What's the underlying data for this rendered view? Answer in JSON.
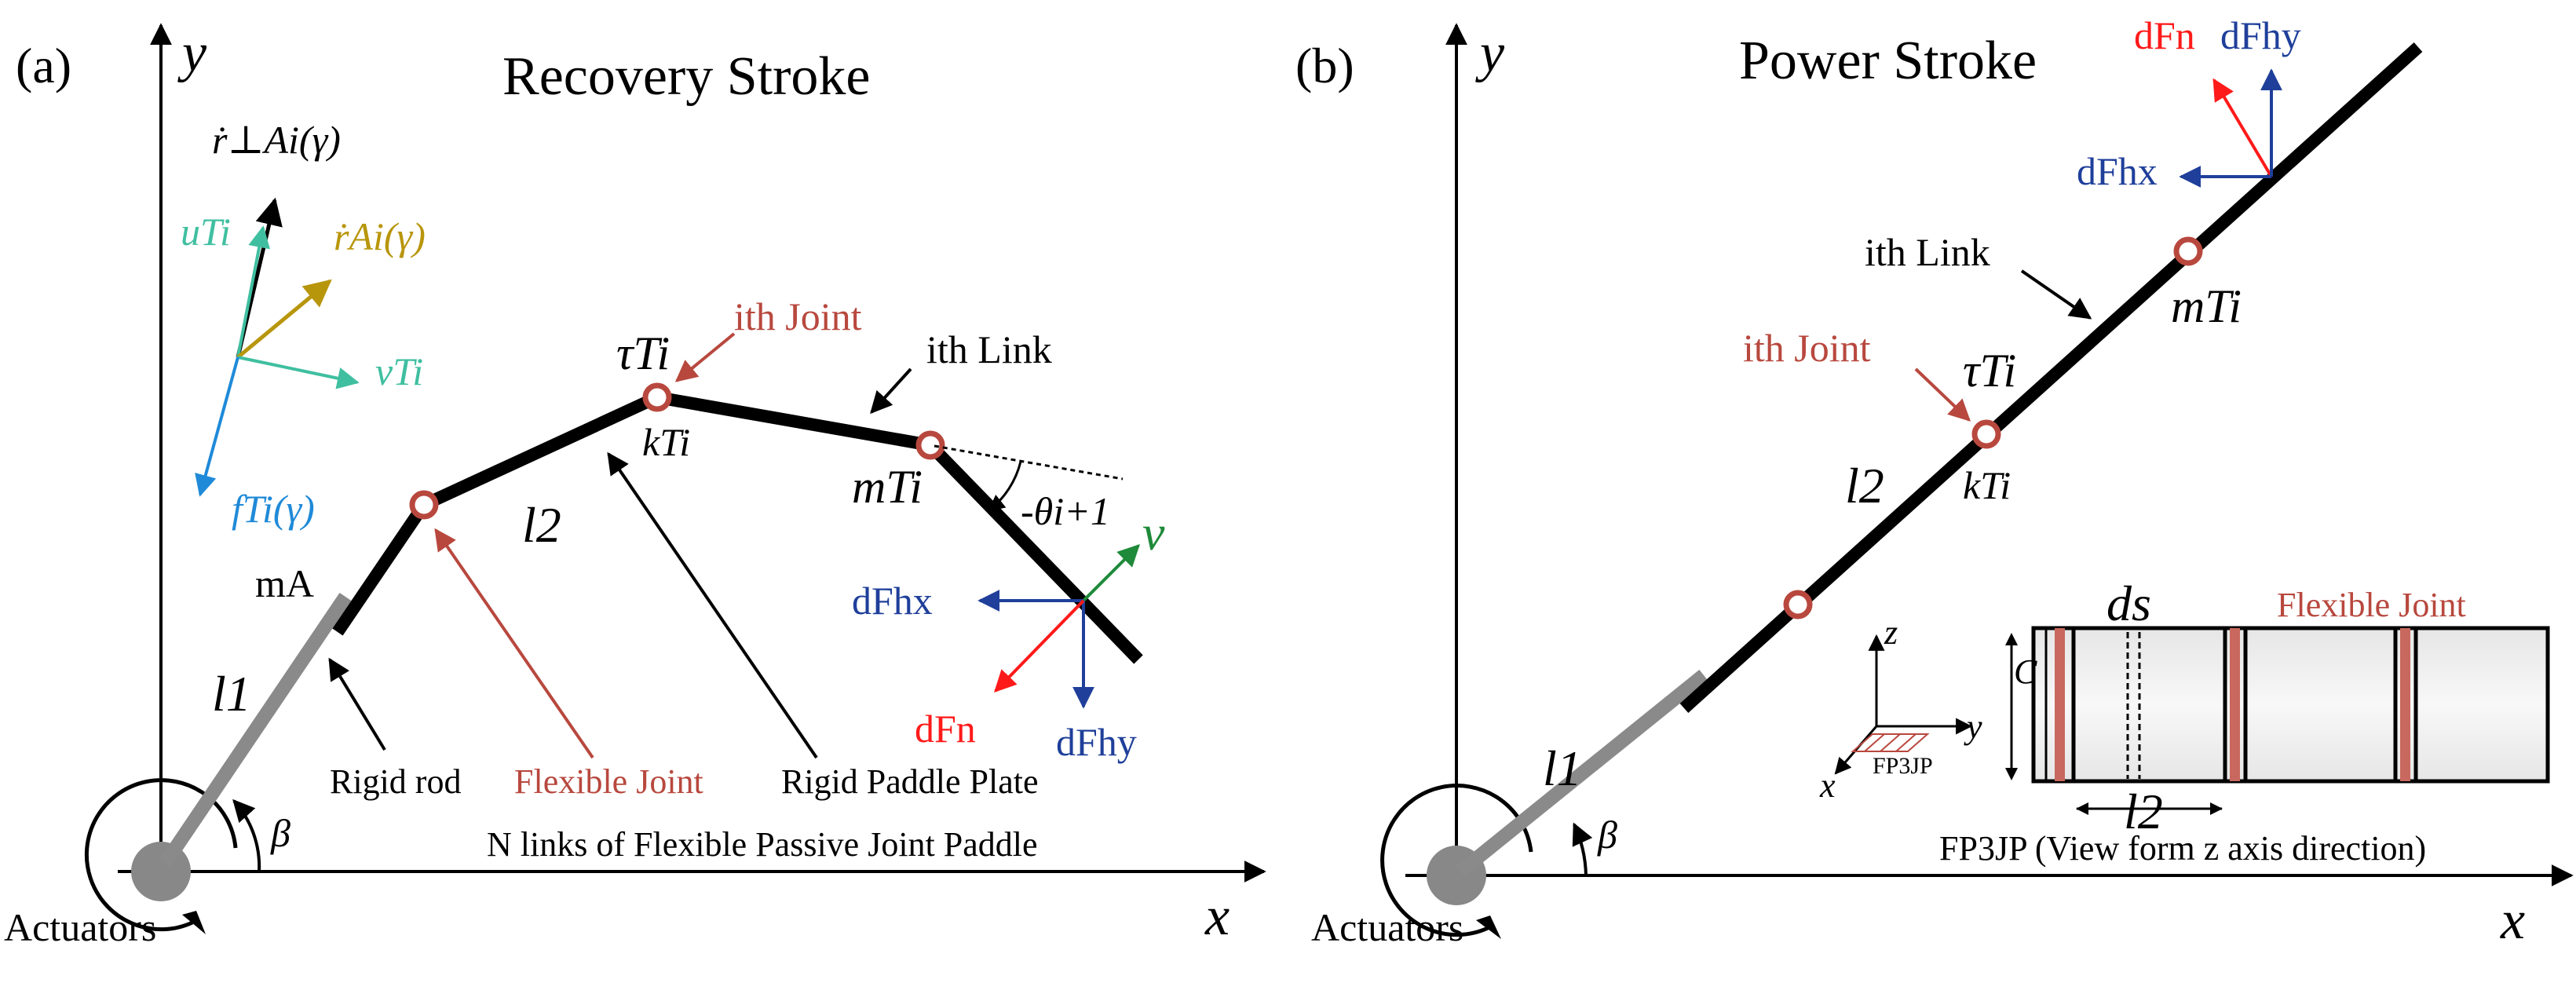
{
  "panel_a": {
    "label": "(a)",
    "title": "Recovery Stroke",
    "axis_x": "x",
    "axis_y": "y",
    "actuators": "Actuators",
    "beta": "β",
    "l1": "l1",
    "l2": "l2",
    "mA": "mA",
    "tau": "τTi",
    "k": "kTi",
    "m": "mTi",
    "theta": "-θi+1",
    "v": "v",
    "ith_joint": "ith Joint",
    "ith_link": "ith Link",
    "rigid_rod": "Rigid rod",
    "flexible_joint": "Flexible Joint",
    "rigid_paddle_plate": "Rigid Paddle Plate",
    "caption": "N links of Flexible Passive Joint Paddle",
    "dFhx": "dFhx",
    "dFhy": "dFhy",
    "dFn": "dFn",
    "r_perp": "ṙ⊥Ai(γ)",
    "r_dot": "ṙAi(γ)",
    "u": "uTi",
    "v_T": "vTi",
    "f": "fTi(γ)"
  },
  "panel_b": {
    "label": "(b)",
    "title": "Power Stroke",
    "axis_x": "x",
    "axis_y": "y",
    "actuators": "Actuators",
    "beta": "β",
    "l1": "l1",
    "l2": "l2",
    "tau": "τTi",
    "k": "kTi",
    "m": "mTi",
    "ith_joint": "ith Joint",
    "ith_link": "ith Link",
    "dFn": "dFn",
    "dFhy": "dFhy",
    "dFhx": "dFhx",
    "inset": {
      "ds": "ds",
      "flexible_joint": "Flexible Joint",
      "C": "C",
      "l2": "l2",
      "z": "z",
      "y": "y",
      "x": "x",
      "fp3jp": "FP3JP",
      "caption": "FP3JP (View form z axis direction)"
    }
  },
  "colors": {
    "black": "#000000",
    "gray_rod": "#8a8a8a",
    "joint": "#b8483e",
    "red": "#ff1a1a",
    "blue": "#1f3f9a",
    "green": "#1f8a3a",
    "teal": "#3fbfa0",
    "gold": "#b8960c",
    "fblue": "#1f8ad8",
    "purple_label": "#b8483e"
  }
}
